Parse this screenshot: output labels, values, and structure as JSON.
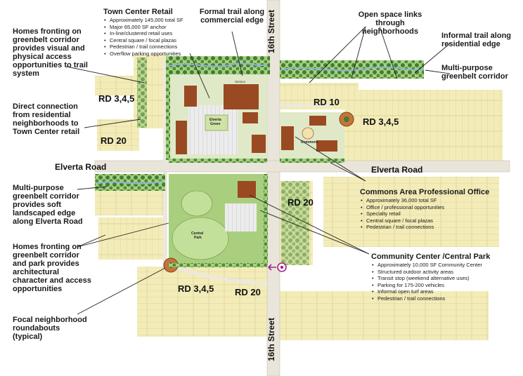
{
  "callouts": {
    "homes_fronting_trail": "Homes fronting on greenbelt corridor provides visual and physical access opportunities to trail system",
    "direct_connection": "Direct connection from residential neighborhoods to Town Center retail",
    "greenbelt_elverta": "Multi-purpose greenbelt corridor provides soft landscaped edge along Elverta Road",
    "homes_fronting_park": "Homes fronting on greenbelt corridor and park provides architectural character and access opportunities",
    "roundabouts": "Focal neighborhood roundabouts (typical)",
    "formal_trail": "Formal trail along commercial edge",
    "open_space_links": "Open space links through neighborhoods",
    "informal_trail": "Informal trail along residential edge",
    "greenbelt_corridor": "Multi-purpose greenbelt corridor"
  },
  "town_center": {
    "title": "Town Center Retail",
    "items": [
      "Approximately 145,000 total SF",
      "Major 65,000 SF anchor",
      "In-line/clustered retail uses",
      "Central square / focal plazas",
      "Pedestrian / trail connections",
      "Overflow parking opportunities"
    ]
  },
  "commons_office": {
    "title": "Commons Area Professional Office",
    "items": [
      "Approximately 36,000 total SF",
      "Office / professional opportunities",
      "Specialty retail",
      "Central square / focal plazas",
      "Pedestrian / trail connections"
    ]
  },
  "community_center": {
    "title": "Community Center /Central Park",
    "items": [
      "Approximately 10,000 SF Community Center",
      "Structured outdoor activity areas",
      "Transit stop (weekend alternative uses)",
      "Parking for 175-200 vehicles",
      "Informal open turf areas",
      "Pedestrian / trail connections"
    ]
  },
  "zones": {
    "rd345_nw": "RD 3,4,5",
    "rd20_w": "RD 20",
    "rd10": "RD 10",
    "rd345_ne": "RD 3,4,5",
    "rd20_center": "RD 20",
    "rd345_s": "RD 3,4,5",
    "rd20_s": "RD 20"
  },
  "roads": {
    "elverta_w": "Elverta Road",
    "elverta_e": "Elverta Road",
    "sixteenth_n": "16th Street",
    "sixteenth_s": "16th Street"
  },
  "plan_labels": {
    "elverta_green": "Elverta Green",
    "commons": "Commons",
    "central_park": "Central Park",
    "service": "Service"
  },
  "colors": {
    "road": "#e9e5da",
    "lot_yellow": "#f3ecb8",
    "lot_line": "#d8cf93",
    "grass": "#a9cf7e",
    "tree": "#3f7f35",
    "tree_dark": "#2f5e27",
    "building": "#9a4a22",
    "parking": "#e0e0e0",
    "water": "#8cb4d8",
    "transit_marker": "#a0248e",
    "leader": "#222222"
  }
}
